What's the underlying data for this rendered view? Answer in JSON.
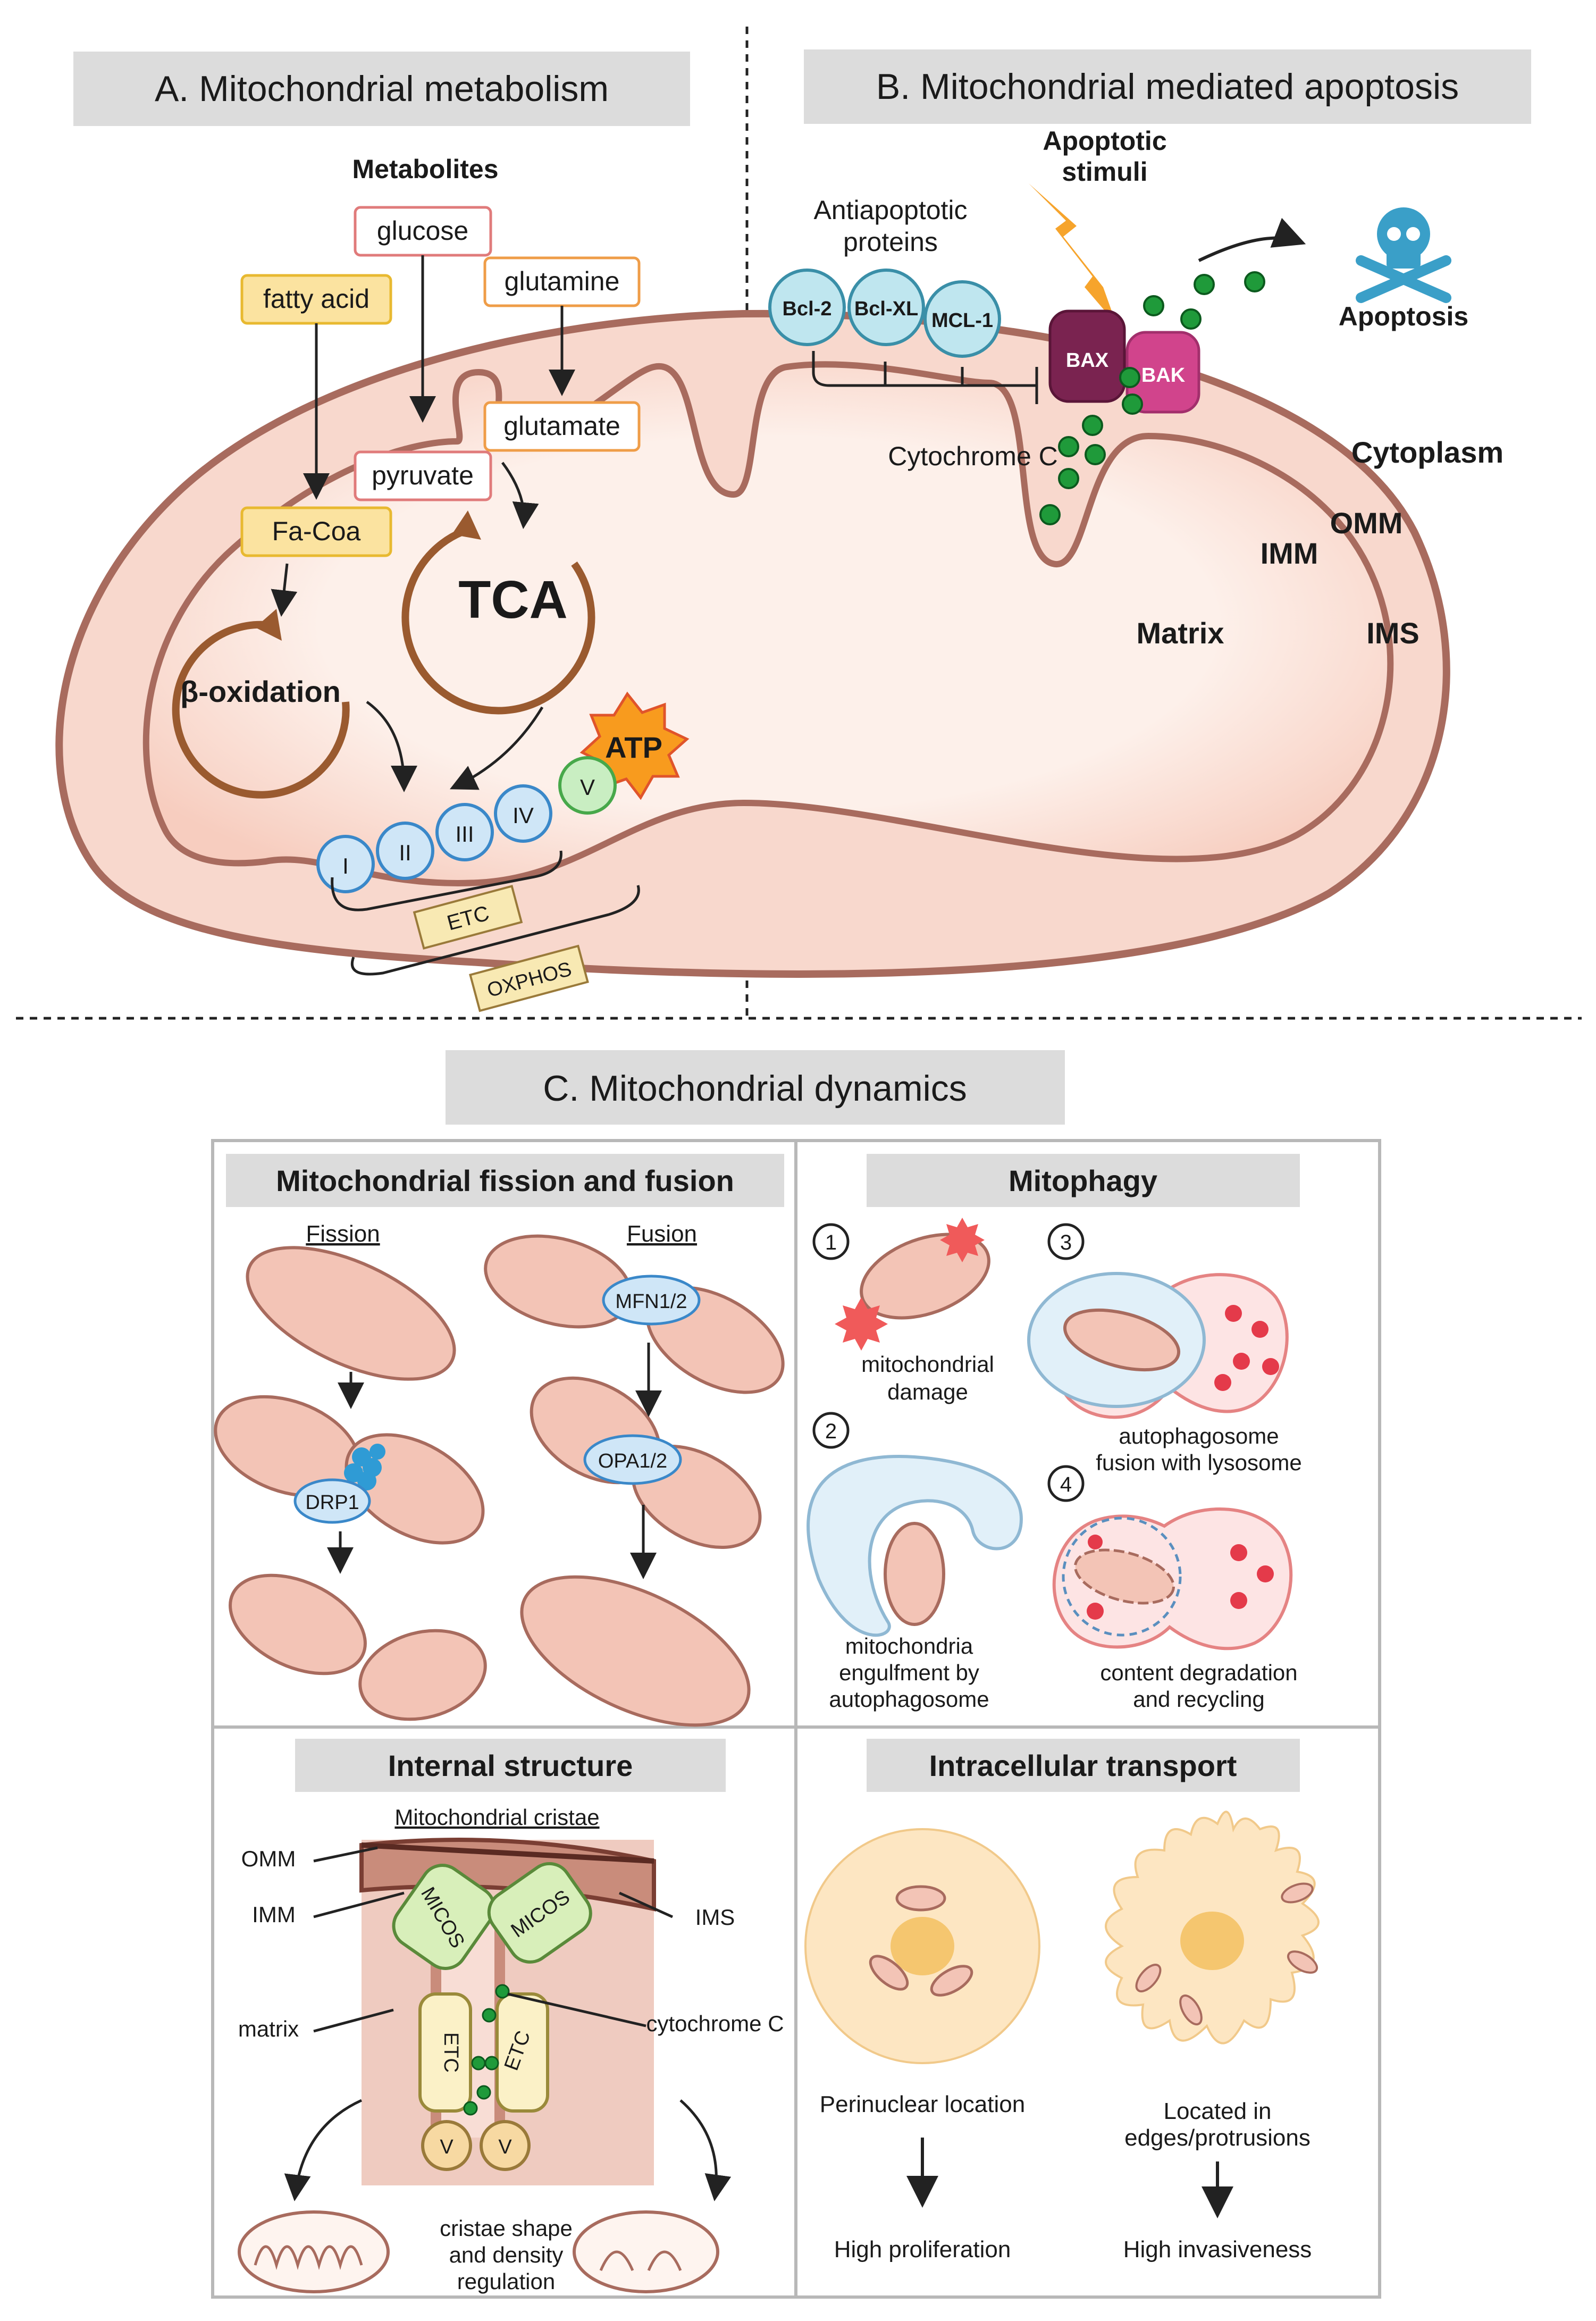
{
  "panel_a": {
    "title": "A. Mitochondrial metabolism",
    "metabolites_label": "Metabolites",
    "metabolites": {
      "glucose": "glucose",
      "fatty_acid": "fatty acid",
      "glutamine": "glutamine",
      "glutamate": "glutamate",
      "pyruvate": "pyruvate",
      "fa_coa": "Fa-Coa"
    },
    "tca": "TCA",
    "beta_oxidation": "β-oxidation",
    "atp": "ATP",
    "complexes": [
      "I",
      "II",
      "III",
      "IV",
      "V"
    ],
    "etc": "ETC",
    "oxphos": "OXPHOS"
  },
  "panel_b": {
    "title": "B. Mitochondrial mediated apoptosis",
    "apoptotic_stimuli": [
      "Apoptotic",
      "stimuli"
    ],
    "antiapoptotic": [
      "Antiapoptotic",
      "proteins"
    ],
    "proteins": [
      "Bcl-2",
      "Bcl-XL",
      "MCL-1"
    ],
    "bax": "BAX",
    "bak": "BAK",
    "apoptosis": "Apoptosis",
    "cytochrome_c": "Cytochrome C",
    "cytoplasm": "Cytoplasm",
    "omm": "OMM",
    "imm": "IMM",
    "ims": "IMS",
    "matrix": "Matrix"
  },
  "panel_c": {
    "title": "C. Mitochondrial dynamics",
    "fission_fusion": {
      "title": "Mitochondrial fission and fusion",
      "fission": "Fission",
      "fusion": "Fusion",
      "drp1": "DRP1",
      "mfn": "MFN1/2",
      "opa": "OPA1/2"
    },
    "mitophagy": {
      "title": "Mitophagy",
      "steps": [
        {
          "num": "1",
          "lines": [
            "mitochondrial",
            "damage"
          ]
        },
        {
          "num": "2",
          "lines": [
            "mitochondria",
            "engulfment by",
            "autophagosome"
          ]
        },
        {
          "num": "3",
          "lines": [
            "autophagosome",
            "fusion with lysosome"
          ]
        },
        {
          "num": "4",
          "lines": [
            "content degradation",
            "and recycling"
          ]
        }
      ]
    },
    "internal": {
      "title": "Internal structure",
      "subtitle": "Mitochondrial cristae",
      "omm": "OMM",
      "imm": "IMM",
      "ims": "IMS",
      "matrix": "matrix",
      "micos": "MICOS",
      "etc": "ETC",
      "v": "V",
      "cytochrome_c": "cytochrome C",
      "regulation": [
        "cristae shape",
        "and density",
        "regulation"
      ]
    },
    "transport": {
      "title": "Intracellular transport",
      "left_label": "Perinuclear location",
      "left_outcome": "High proliferation",
      "right_label": [
        "Located in",
        "edges/protrusions"
      ],
      "right_outcome": "High invasiveness"
    }
  },
  "colors": {
    "membrane": "#a86b5e",
    "mito_fill": "#fbe6df",
    "panel_bg": "#dfdfdf",
    "cyt_c": "#1f9a3a",
    "bax": "#7a2350",
    "bak": "#d1448c"
  }
}
